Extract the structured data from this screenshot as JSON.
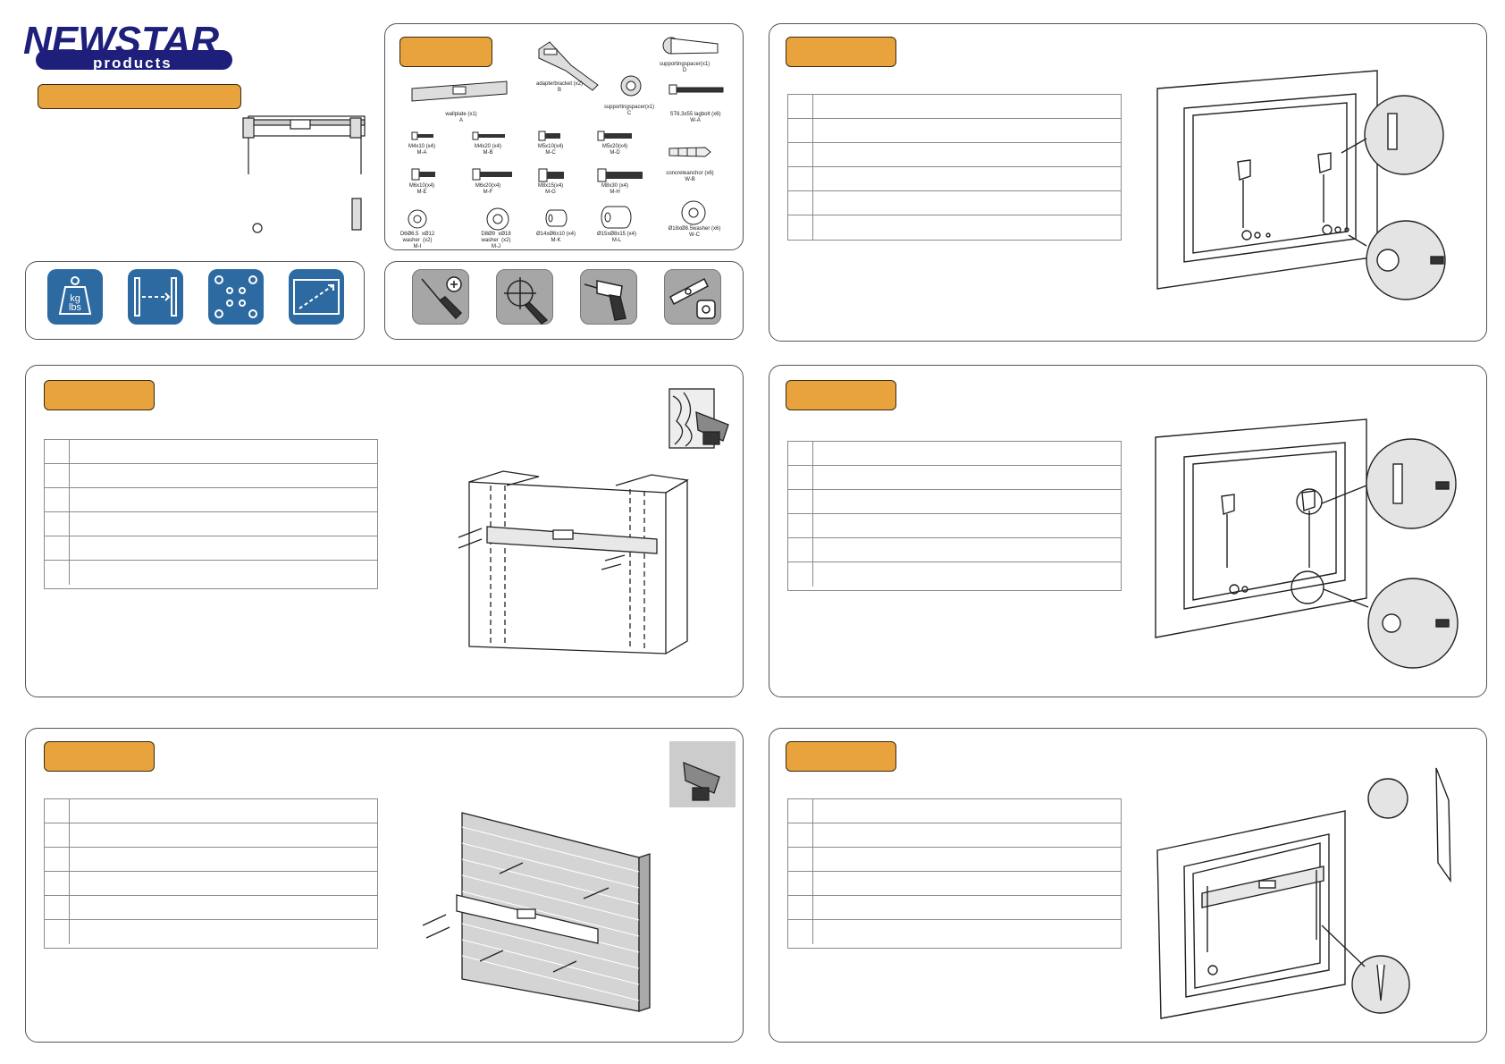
{
  "brand": {
    "name": "NEWSTAR",
    "sub": "products",
    "primary_color": "#1e1f7a",
    "accent_color": "#e8a33d",
    "icon_color": "#2d6aa1"
  },
  "spec_icons": [
    {
      "icon": "weight-icon",
      "text": "kg\nlbs"
    },
    {
      "icon": "wall-distance-icon"
    },
    {
      "icon": "vesa-pattern-icon"
    },
    {
      "icon": "screen-size-icon"
    }
  ],
  "tools": [
    "screwdriver-icon",
    "phillips-bit-icon",
    "drill-icon",
    "level-tape-icon"
  ],
  "parts": {
    "wallplate": "wallplate   (x1)",
    "wallplate_code": "A",
    "adapter": "adapterbracket   (x2)",
    "adapter_code": "B",
    "spacer_d": "supportingspacer(x1)",
    "spacer_d_code": "D",
    "spacer_c": "supportingspacer(x1)",
    "spacer_c_code": "C",
    "lagbolt": "ST6.3x55 lagbolt   (x6)",
    "lagbolt_code": "W-A",
    "ma": "M4x10  (x4)",
    "ma_code": "M-A",
    "mb": "M4x20  (x4)",
    "mb_code": "M-B",
    "mc": "M5x10(x4)",
    "mc_code": "M-C",
    "md": "M5x20(x4)",
    "md_code": "M-D",
    "anchor": "concreteanchor   (x6)",
    "anchor_code": "W-B",
    "me": "M6x10(x4)",
    "me_code": "M-E",
    "mf": "M6x20(x4)",
    "mf_code": "M-F",
    "mg": "M8x15(x4)",
    "mg_code": "M-G",
    "mh": "M8x30  (x4)",
    "mh_code": "M-H",
    "mi": "D6Ø6.5  xØ12\nwasher  (x2)",
    "mi_code": "M-I",
    "mj": "D8Ø9  xØ18\nwasher  (x2)",
    "mj_code": "M-J",
    "mk": "Ø14xØ6x10  (x4)",
    "mk_code": "M-K",
    "ml": "Ø15xØ8x15  (x4)",
    "ml_code": "M-L",
    "wc": "Ø18xØ8.5washer   (x6)",
    "wc_code": "W-C"
  }
}
